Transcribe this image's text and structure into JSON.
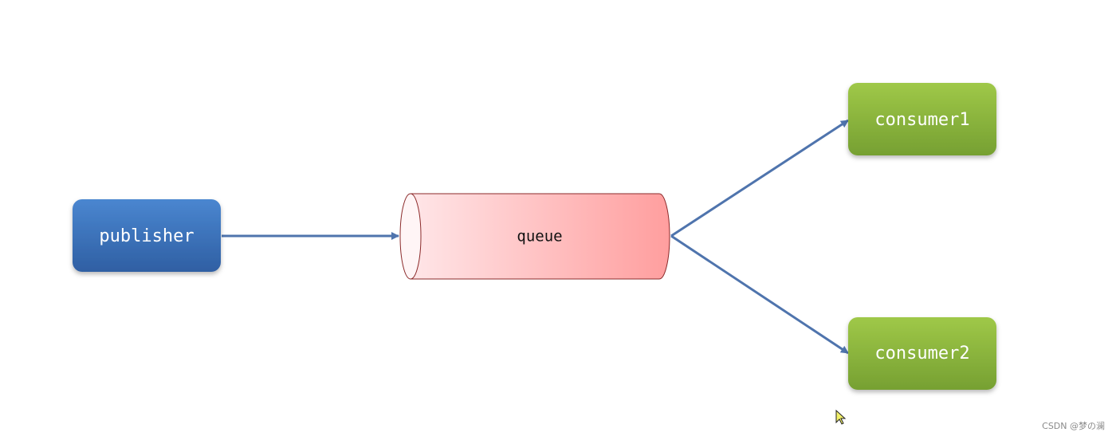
{
  "nodes": {
    "publisher": {
      "label": "publisher",
      "color_top": "#4a86d0",
      "color_bottom": "#2f5fa3"
    },
    "queue": {
      "label": "queue",
      "fill_light": "#ffe6e8",
      "fill_dark": "#ff9e9e",
      "stroke": "#8b2a2a"
    },
    "consumer1": {
      "label": "consumer1",
      "color_top": "#9fc848",
      "color_bottom": "#76a032"
    },
    "consumer2": {
      "label": "consumer2",
      "color_top": "#9fc848",
      "color_bottom": "#76a032"
    }
  },
  "edges": [
    {
      "from": "publisher",
      "to": "queue"
    },
    {
      "from": "queue",
      "to": "consumer1"
    },
    {
      "from": "queue",
      "to": "consumer2"
    }
  ],
  "arrow_color": "#4f74ad",
  "icons": {
    "cursor": "mouse-pointer-icon"
  },
  "watermark": "CSDN @梦の澜"
}
